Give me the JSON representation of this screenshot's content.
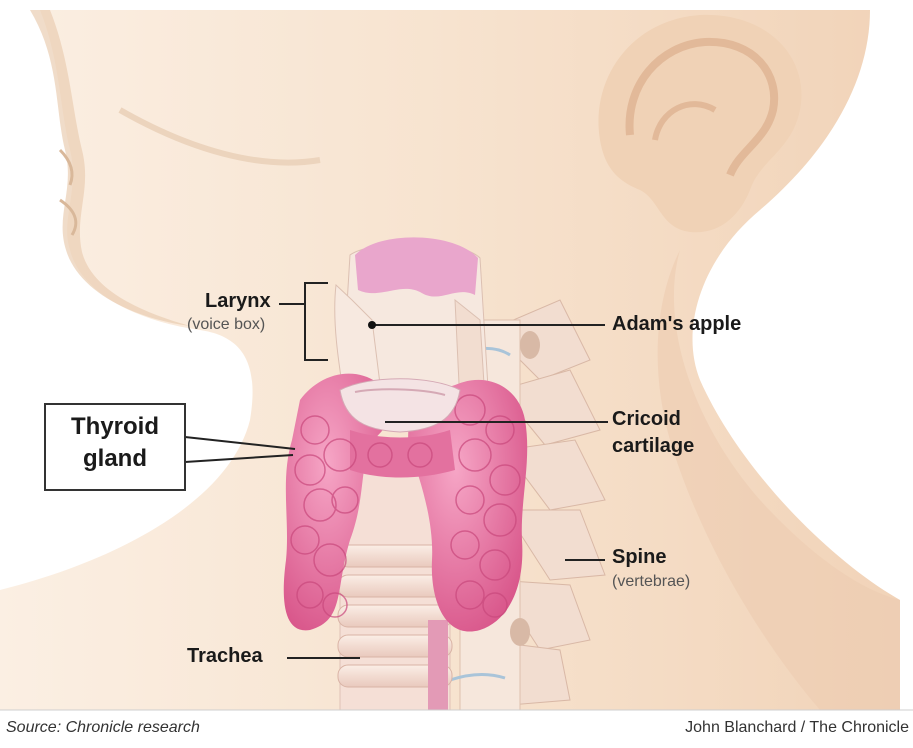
{
  "labels": {
    "larynx": "Larynx",
    "larynx_sub": "(voice box)",
    "adams_apple": "Adam's apple",
    "thyroid_line1": "Thyroid",
    "thyroid_line2": "gland",
    "cricoid_line1": "Cricoid",
    "cricoid_line2": "cartilage",
    "spine": "Spine",
    "spine_sub": "(vertebrae)",
    "trachea": "Trachea"
  },
  "credits": {
    "source": "Source: Chronicle research",
    "author": "John Blanchard / The Chronicle"
  },
  "colors": {
    "skin": "#f4dcc4",
    "skin_light": "#fbefe3",
    "thyroid": "#e0709c",
    "cartilage": "#f5e6da",
    "larynx_top": "#e9a6cc"
  }
}
